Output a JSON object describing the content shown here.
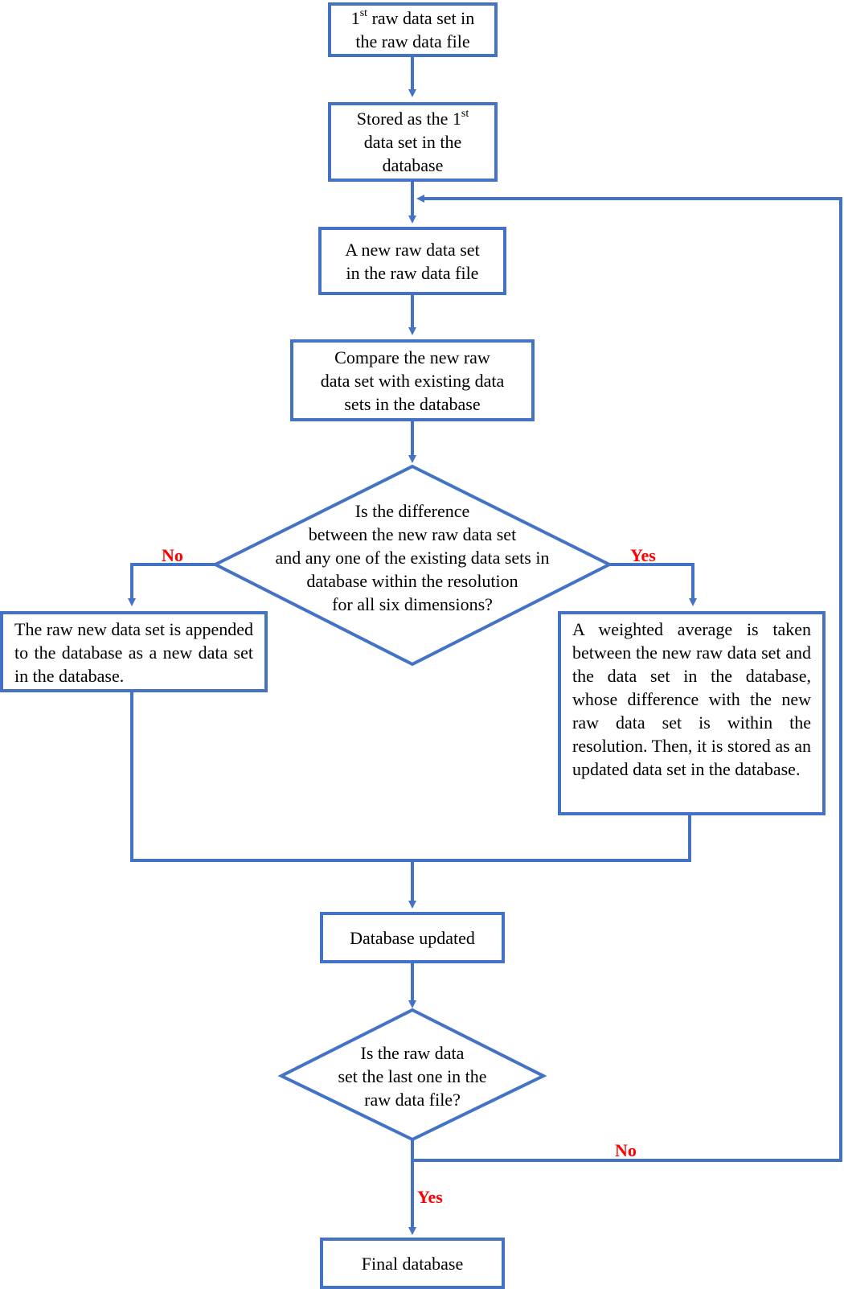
{
  "colors": {
    "stroke": "#4472C4",
    "label": "#FF0000",
    "text": "#000000"
  },
  "nodes": {
    "first_raw": {
      "pre": "1",
      "sup": "st",
      "post": " raw data set in\nthe raw data file"
    },
    "stored_first": {
      "pre": "Stored as the 1",
      "sup": "st",
      "post": "\ndata set in the\ndatabase"
    },
    "new_raw": "A new raw data set\nin the raw data file",
    "compare": "Compare the  new raw\ndata set with existing data\nsets in the database",
    "difference_question": "Is the difference\nbetween the new raw data set\nand any one of the existing data sets in\ndatabase within the resolution\nfor all six dimensions?",
    "append": "The raw new data set is appended to the database as a new data set in the database.",
    "weighted": "A weighted average is taken between the new raw data set and the data set in the database, whose difference with the new raw data set is within the resolution. Then, it is stored as an updated data set in the database.",
    "db_updated": "Database updated",
    "last_question": "Is the raw data\nset the last one in the\nraw data file?",
    "final": "Final database"
  },
  "labels": {
    "diff_no": "No",
    "diff_yes": "Yes",
    "last_no": "No",
    "last_yes": "Yes"
  }
}
